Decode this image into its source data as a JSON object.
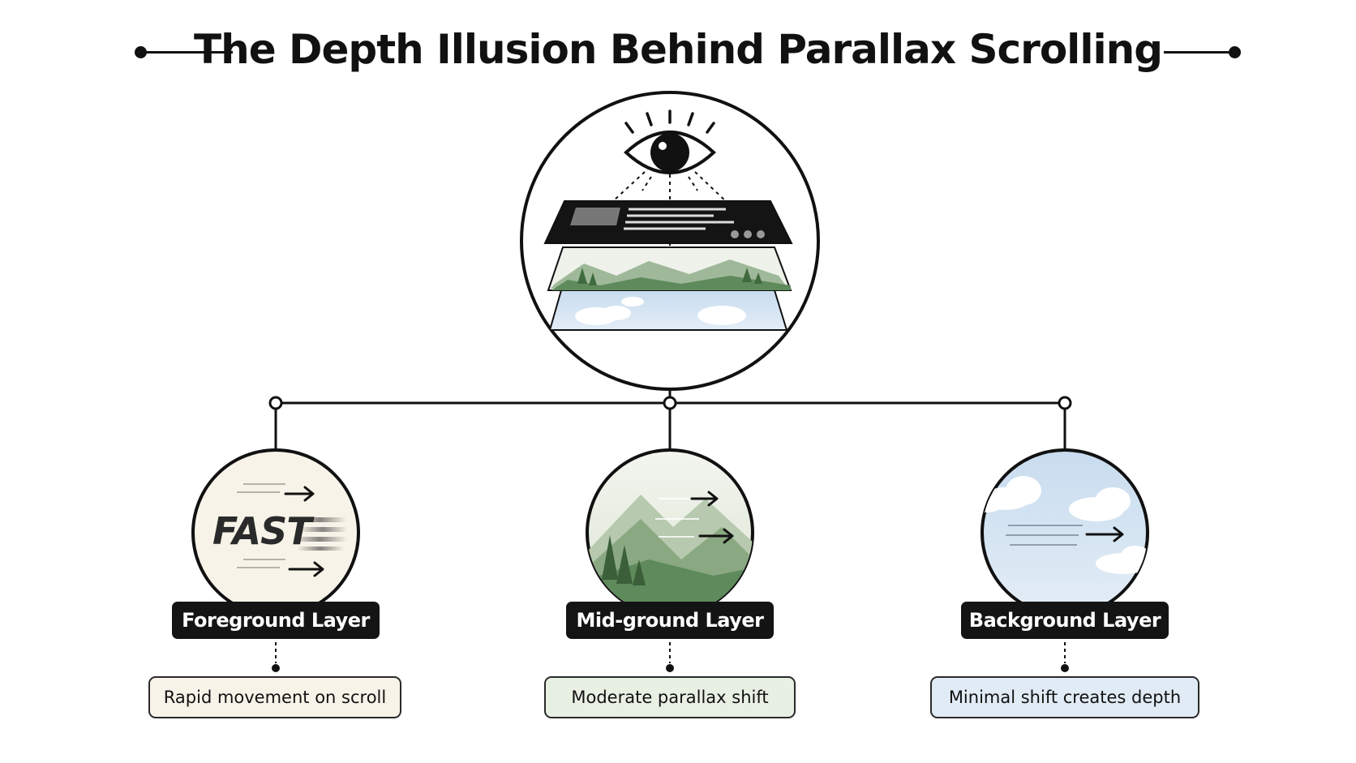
{
  "title": "The Depth Illusion Behind Parallax Scrolling",
  "layers": [
    {
      "label": "Foreground Layer",
      "description": "Rapid movement on scroll",
      "icon": "fast-text-icon",
      "icon_text": "FAST",
      "color": "#f8f3e8"
    },
    {
      "label": "Mid-ground Layer",
      "description": "Moderate parallax shift",
      "icon": "mountain-forest-icon",
      "color": "#e8efe3"
    },
    {
      "label": "Background Layer",
      "description": "Minimal shift creates depth",
      "icon": "sky-clouds-icon",
      "color": "#e0ebf5"
    }
  ],
  "hero_icon": "eye-over-stacked-layers-icon"
}
